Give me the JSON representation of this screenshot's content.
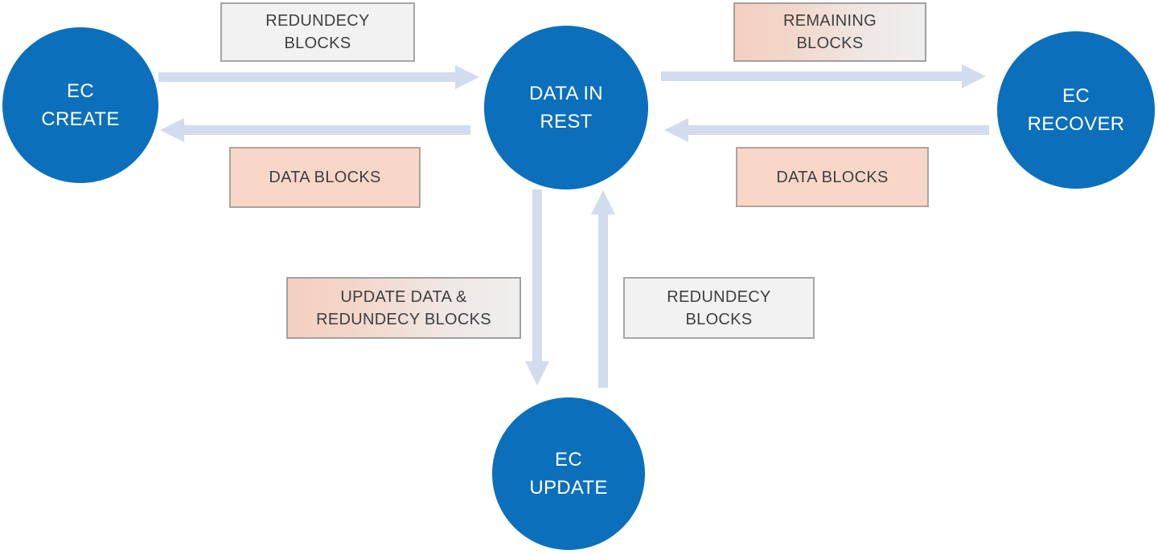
{
  "diagram": {
    "type": "flow-diagram",
    "topic": "erasure-coding data flow",
    "nodes": {
      "create": {
        "line1": "EC",
        "line2": "CREATE"
      },
      "rest": {
        "line1": "DATA IN",
        "line2": "REST"
      },
      "recover": {
        "line1": "EC",
        "line2": "RECOVER"
      },
      "update": {
        "line1": "EC",
        "line2": "UPDATE"
      }
    },
    "edge_labels": {
      "create_to_rest": {
        "line1": "REDUNDECY",
        "line2": "BLOCKS"
      },
      "rest_to_create": {
        "line1": "DATA BLOCKS"
      },
      "rest_to_recover": {
        "line1": "REMAINING",
        "line2": "BLOCKS"
      },
      "recover_to_rest": {
        "line1": "DATA BLOCKS"
      },
      "rest_to_update": {
        "line1": "UPDATE DATA &",
        "line2": "REDUNDECY BLOCKS"
      },
      "update_to_rest": {
        "line1": "REDUNDECY",
        "line2": "BLOCKS"
      }
    },
    "colors": {
      "node_fill": "#0b6fbc",
      "node_text": "#ffffff",
      "arrow_fill": "#d2dcee",
      "gray_box_fill": "#f2f2f2",
      "pink_box_fill": "#f8d7c8",
      "gradient_box_left": "#f5cfc0",
      "gradient_box_right": "#efeeee",
      "box_border_gray": "#a6a6a6",
      "box_border_pink": "#b0a39c",
      "label_text": "#3f3f3f",
      "background": "#ffffff"
    }
  }
}
